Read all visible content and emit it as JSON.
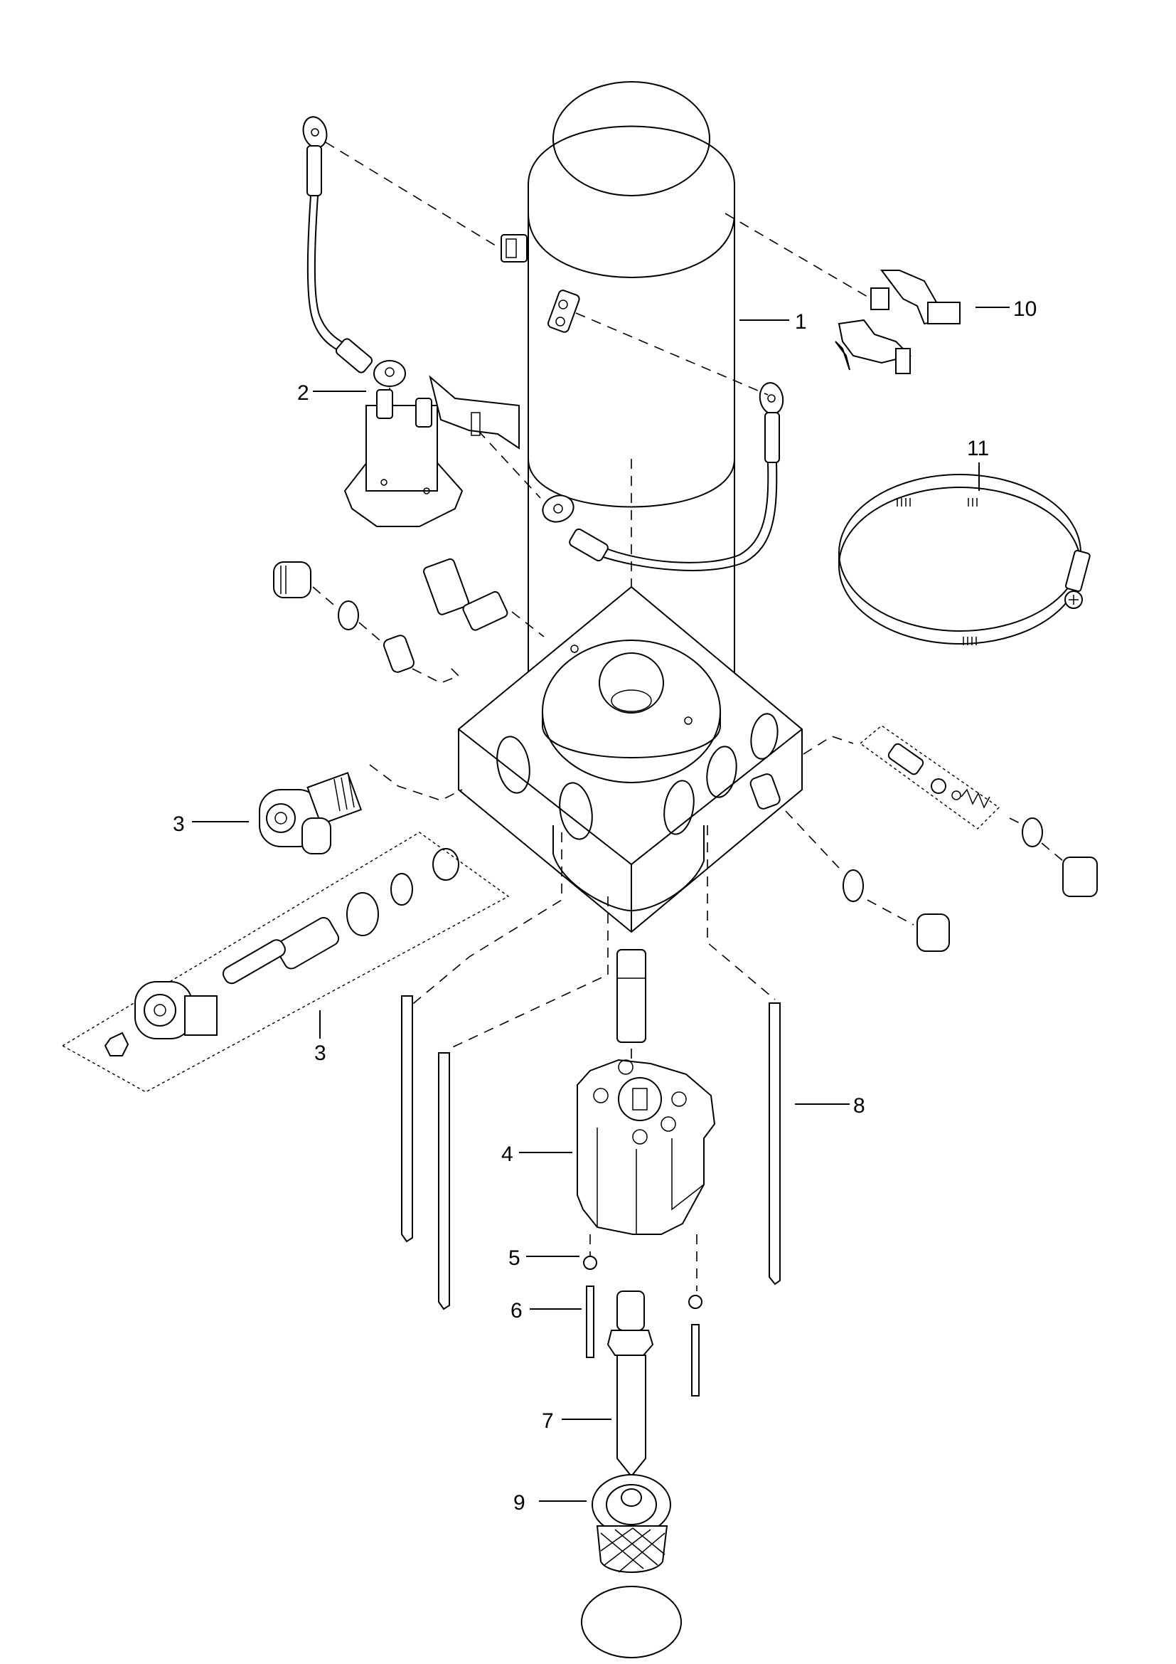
{
  "diagram": {
    "title": "Hydraulic power unit exploded parts view",
    "callouts": [
      {
        "id": "c1",
        "text": "1",
        "part": "motor"
      },
      {
        "id": "c2",
        "text": "2",
        "part": "solenoid"
      },
      {
        "id": "c3a",
        "text": "3",
        "part": "valve cartridge"
      },
      {
        "id": "c3b",
        "text": "3",
        "part": "solenoid valve assembly"
      },
      {
        "id": "c4",
        "text": "4",
        "part": "pump"
      },
      {
        "id": "c5",
        "text": "5",
        "part": "washer"
      },
      {
        "id": "c6",
        "text": "6",
        "part": "bolt"
      },
      {
        "id": "c7",
        "text": "7",
        "part": "suction tube"
      },
      {
        "id": "c8",
        "text": "8",
        "part": "tie rod"
      },
      {
        "id": "c9",
        "text": "9",
        "part": "filter"
      },
      {
        "id": "c10",
        "text": "10",
        "part": "brush holder"
      },
      {
        "id": "c11",
        "text": "11",
        "part": "hose clamp"
      }
    ]
  }
}
